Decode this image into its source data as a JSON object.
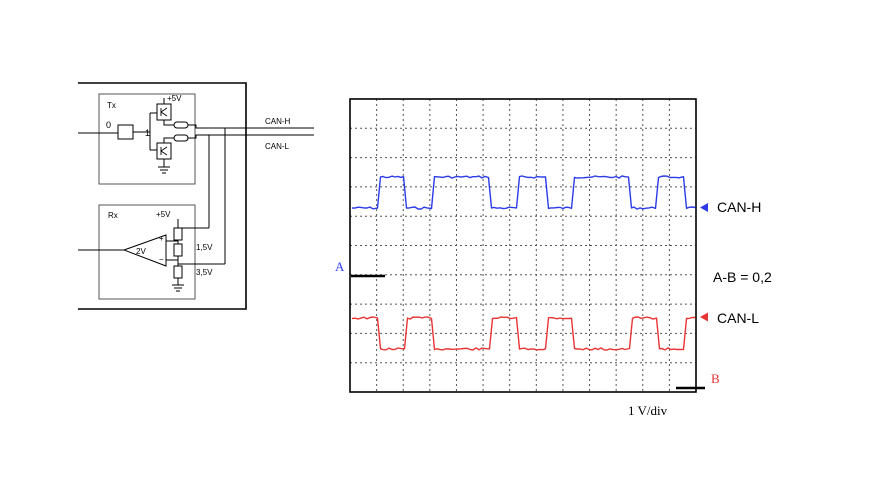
{
  "circuit": {
    "tx_label": "Tx",
    "tx_input": "0",
    "tx_gate": "1",
    "tx_supply": "+5V",
    "rx_label": "Rx",
    "rx_supply": "+5V",
    "rx_amp": "2V",
    "rx_plus": "+",
    "rx_minus": "−",
    "v_high": "1,5V",
    "v_low": "3,5V",
    "bus_h": "CAN-H",
    "bus_l": "CAN-L"
  },
  "scope": {
    "marker_a": "A",
    "marker_b": "B",
    "label_h": "CAN-H",
    "label_l": "CAN-L",
    "difference": "A-B = 0,2",
    "scale": "1 V/div"
  },
  "colors": {
    "can_h": "#2b3be8",
    "can_l": "#e83434",
    "marker_a": "#2b3be8",
    "marker_b": "#e83434",
    "grid": "#555555",
    "frame": "#000000"
  }
}
